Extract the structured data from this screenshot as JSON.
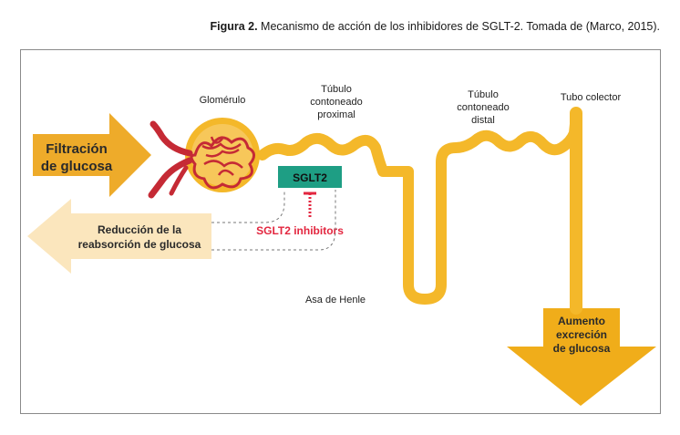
{
  "caption": {
    "bold": "Figura 2.",
    "rest": " Mecanismo de acción de los inhibidores de SGLT-2. Tomada de (Marco, 2015)."
  },
  "diagram": {
    "glomerulo": "Glomérulo",
    "tubulo_proximal": [
      "Túbulo",
      "contoneado",
      "proximal"
    ],
    "tubulo_distal": [
      "Túbulo",
      "contoneado",
      "distal"
    ],
    "tubo_colector": "Tubo colector",
    "asa_henle": "Asa de Henle",
    "sglt2_box": "SGLT2",
    "sglt2_inhibitors": "SGLT2 inhibitors",
    "filtracion": [
      "Filtración",
      "de glucosa"
    ],
    "reduccion": [
      "Reducción de la",
      "reabsorción de glucosa"
    ],
    "aumento": [
      "Aumento",
      "excreción",
      "de glucosa"
    ]
  },
  "colors": {
    "tubule": "#f4b82a",
    "arrow_filtration": "#eeab2a",
    "arrow_reduction": "#fbe6bd",
    "arrow_excretion": "#f0ad1a",
    "sglt2_box": "#1e9e84",
    "inhibitor": "#e3263f",
    "glomerulus": "#c52a35"
  }
}
